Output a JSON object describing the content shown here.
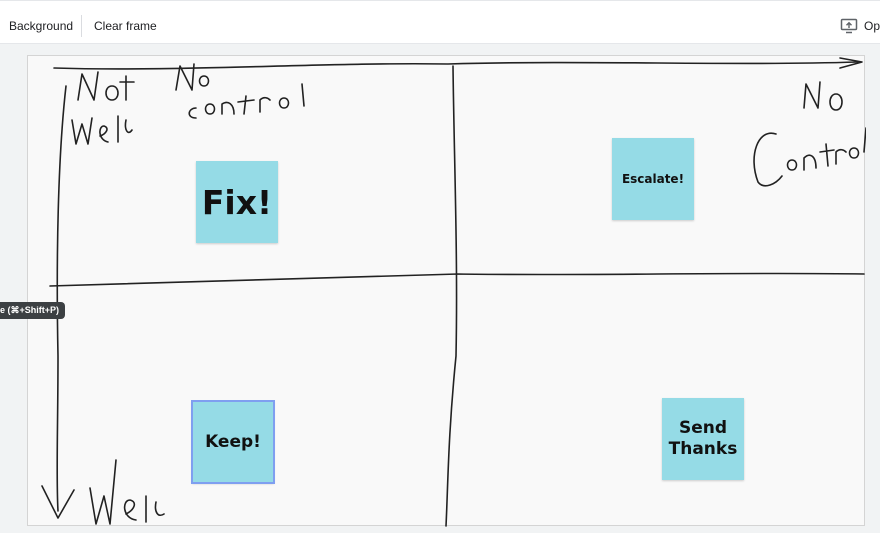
{
  "toolbar": {
    "background_label": "Background",
    "clear_frame_label": "Clear frame",
    "open_label": "Ope"
  },
  "canvas": {
    "handwriting": [
      "Not",
      "No",
      "control",
      "Well",
      "No",
      "Control",
      "Well"
    ]
  },
  "stickies": {
    "fix": "Fix!",
    "escalate": "Escalate!",
    "keep": "Keep!",
    "send_thanks_line1": "Send",
    "send_thanks_line2": "Thanks",
    "color": "#95dbe6"
  },
  "tooltip": {
    "text": "e (⌘+Shift+P)"
  }
}
